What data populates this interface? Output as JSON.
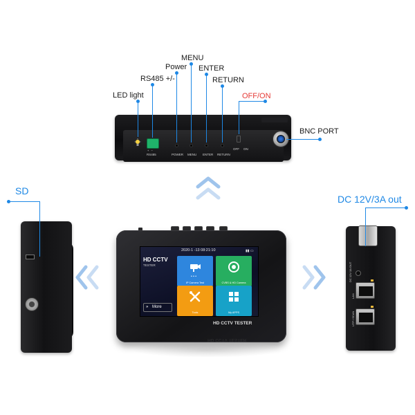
{
  "callouts": {
    "led_light": "LED light",
    "rs485": "RS485 +/-",
    "power": "Power",
    "menu": "MENU",
    "enter": "ENTER",
    "return": "RETURN",
    "off_on": "OFF/ON",
    "bnc_port": "BNC PORT",
    "sd": "SD",
    "dc_out": "DC 12V/3A out"
  },
  "top_device_labels": {
    "rs485": "RS485",
    "power": "POWER",
    "menu": "MENU",
    "enter": "ENTER",
    "return": "RETURN",
    "off": "OFF",
    "on": "ON"
  },
  "right_device_labels": {
    "dc": "DC 12V 3A OUT",
    "lan": "LAN",
    "utp": "UTP / SCAN"
  },
  "screen": {
    "datetime": "2020-1 -13 08:21:10",
    "brand_title": "HD CCTV",
    "brand_subtitle": "TESTER",
    "more_label": "More",
    "tiles": [
      {
        "label": "IP Camera Test",
        "color": "#2e86de"
      },
      {
        "label": "CVBS & HD Camera",
        "color": "#27ae60"
      },
      {
        "label": "Tools",
        "color": "#f39c12"
      },
      {
        "label": "My APPS",
        "color": "#17a2c8"
      }
    ]
  },
  "device_front_label": "HD CCTV TESTER",
  "device_reflection_label": "HD CCTV TESTER",
  "colors": {
    "accent": "#1e88e5",
    "off_on": "#e53935"
  }
}
